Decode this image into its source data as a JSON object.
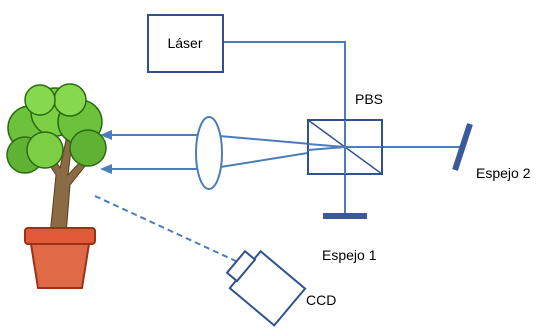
{
  "labels": {
    "laser": "Láser",
    "pbs": "PBS",
    "mirror1": "Espejo 1",
    "mirror2": "Espejo 2",
    "ccd": "CCD"
  },
  "colors": {
    "beam": "#4a7ebb",
    "box_border": "#2f528f",
    "mirror": "#3b5998",
    "pot": "#e05a3a",
    "pot_dark": "#9c3116",
    "foliage": "#6dc23b",
    "foliage_dark": "#3d8a1e",
    "trunk": "#8b6b43"
  }
}
